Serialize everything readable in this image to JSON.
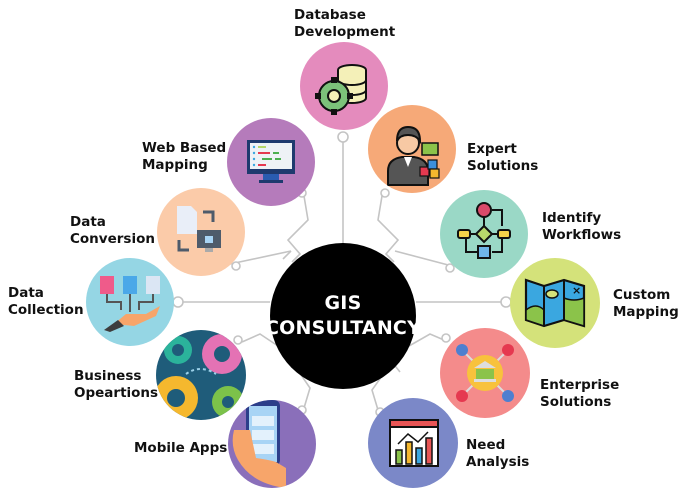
{
  "hub": {
    "line1": "GIS",
    "line2": "CONSULTANCY",
    "color": "#000000"
  },
  "services": [
    {
      "id": "database-development",
      "line1": "Database",
      "line2": "Development",
      "color": "#e48bbd",
      "icon": "gear-database-icon"
    },
    {
      "id": "expert-solutions",
      "line1": "Expert",
      "line2": "Solutions",
      "color": "#f6a978",
      "icon": "expert-person-icon"
    },
    {
      "id": "identify-workflows",
      "line1": "Identify",
      "line2": "Workflows",
      "color": "#9ad8c6",
      "icon": "flowchart-icon"
    },
    {
      "id": "custom-mapping",
      "line1": "Custom",
      "line2": "Mapping",
      "color": "#d4e27a",
      "icon": "folded-map-icon"
    },
    {
      "id": "enterprise-solutions",
      "line1": "Enterprise",
      "line2": "Solutions",
      "color": "#f48b8b",
      "icon": "enterprise-network-icon"
    },
    {
      "id": "need-analysis",
      "line1": "Need",
      "line2": "Analysis",
      "color": "#7b88c8",
      "icon": "analytics-chart-icon"
    },
    {
      "id": "mobile-apps",
      "line1": "Mobile Apps",
      "line2": "",
      "color": "#8a6fba",
      "icon": "mobile-phone-hand-icon"
    },
    {
      "id": "business-operations",
      "line1": "Business",
      "line2": "Opeartions",
      "color": "#1f5c7a",
      "icon": "gears-icon"
    },
    {
      "id": "data-collection",
      "line1": "Data",
      "line2": "Collection",
      "color": "#95d6e4",
      "icon": "documents-hand-icon"
    },
    {
      "id": "data-conversion",
      "line1": "Data",
      "line2": "Conversion",
      "color": "#fbcba9",
      "icon": "document-monitor-convert-icon"
    },
    {
      "id": "web-based-mapping",
      "line1": "Web Based",
      "line2": "Mapping",
      "color": "#b57bbb",
      "icon": "monitor-code-icon"
    }
  ],
  "connector_color": "#bdbdbd"
}
